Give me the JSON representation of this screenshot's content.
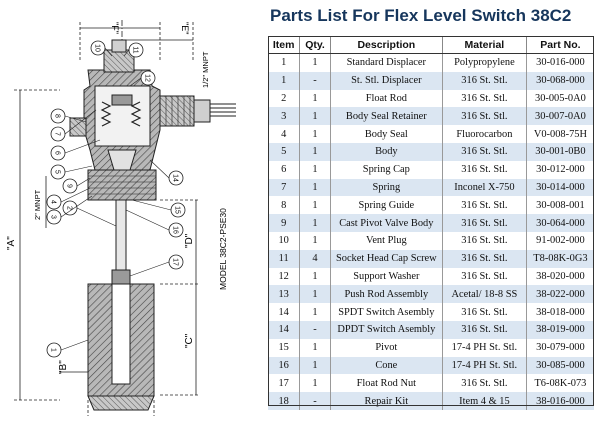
{
  "title": "Parts List For Flex Level Switch 38C2",
  "table": {
    "headers": [
      "Item",
      "Qty.",
      "Description",
      "Material",
      "Part No."
    ],
    "rows": [
      [
        "1",
        "1",
        "Standard Displacer",
        "Polypropylene",
        "30-016-000"
      ],
      [
        "1",
        "-",
        "St. Stl. Displacer",
        "316 St. Stl.",
        "30-068-000"
      ],
      [
        "2",
        "1",
        "Float Rod",
        "316 St. Stl.",
        "30-005-0A0"
      ],
      [
        "3",
        "1",
        "Body Seal Retainer",
        "316 St. Stl.",
        "30-007-0A0"
      ],
      [
        "4",
        "1",
        "Body Seal",
        "Fluorocarbon",
        "V0-008-75H"
      ],
      [
        "5",
        "1",
        "Body",
        "316 St. Stl.",
        "30-001-0B0"
      ],
      [
        "6",
        "1",
        "Spring Cap",
        "316 St. Stl.",
        "30-012-000"
      ],
      [
        "7",
        "1",
        "Spring",
        "Inconel X-750",
        "30-014-000"
      ],
      [
        "8",
        "1",
        "Spring Guide",
        "316 St. Stl.",
        "30-008-001"
      ],
      [
        "9",
        "1",
        "Cast Pivot Valve Body",
        "316 St. Stl.",
        "30-064-000"
      ],
      [
        "10",
        "1",
        "Vent Plug",
        "316 St. Stl.",
        "91-002-000"
      ],
      [
        "11",
        "4",
        "Socket Head Cap Screw",
        "316 St. Stl.",
        "T8-08K-0G3"
      ],
      [
        "12",
        "1",
        "Support Washer",
        "316 St. Stl.",
        "38-020-000"
      ],
      [
        "13",
        "1",
        "Push Rod Assembly",
        "Acetal/ 18-8 SS",
        "38-022-000"
      ],
      [
        "14",
        "1",
        "SPDT Switch Asembly",
        "316 St. Stl.",
        "38-018-000"
      ],
      [
        "14",
        "-",
        "DPDT Switch Asembly",
        "316 St. Stl.",
        "38-019-000"
      ],
      [
        "15",
        "1",
        "Pivot",
        "17-4 PH St. Stl.",
        "30-079-000"
      ],
      [
        "16",
        "1",
        "Cone",
        "17-4 PH St. Stl.",
        "30-085-000"
      ],
      [
        "17",
        "1",
        "Float Rod Nut",
        "316 St. Stl.",
        "T6-08K-073"
      ],
      [
        "18",
        "-",
        "Repair Kit",
        "Item 4 & 15",
        "38-016-000"
      ]
    ]
  },
  "drawing": {
    "dim_F": "\"F\"",
    "dim_E": "\"E\"",
    "dim_A": "\"A\"",
    "dim_B": "\"B\"",
    "dim_C": "\"C\"",
    "dim_D": "\"D\"",
    "port_half": "1/2\" MNPT",
    "port_two": "2\" MNPT",
    "model": "MODEL 38C2-PSE30",
    "callouts": [
      "10",
      "11",
      "12",
      "8",
      "7",
      "6",
      "5",
      "4",
      "3",
      "9",
      "2",
      "14",
      "15",
      "16",
      "17",
      "1"
    ]
  }
}
